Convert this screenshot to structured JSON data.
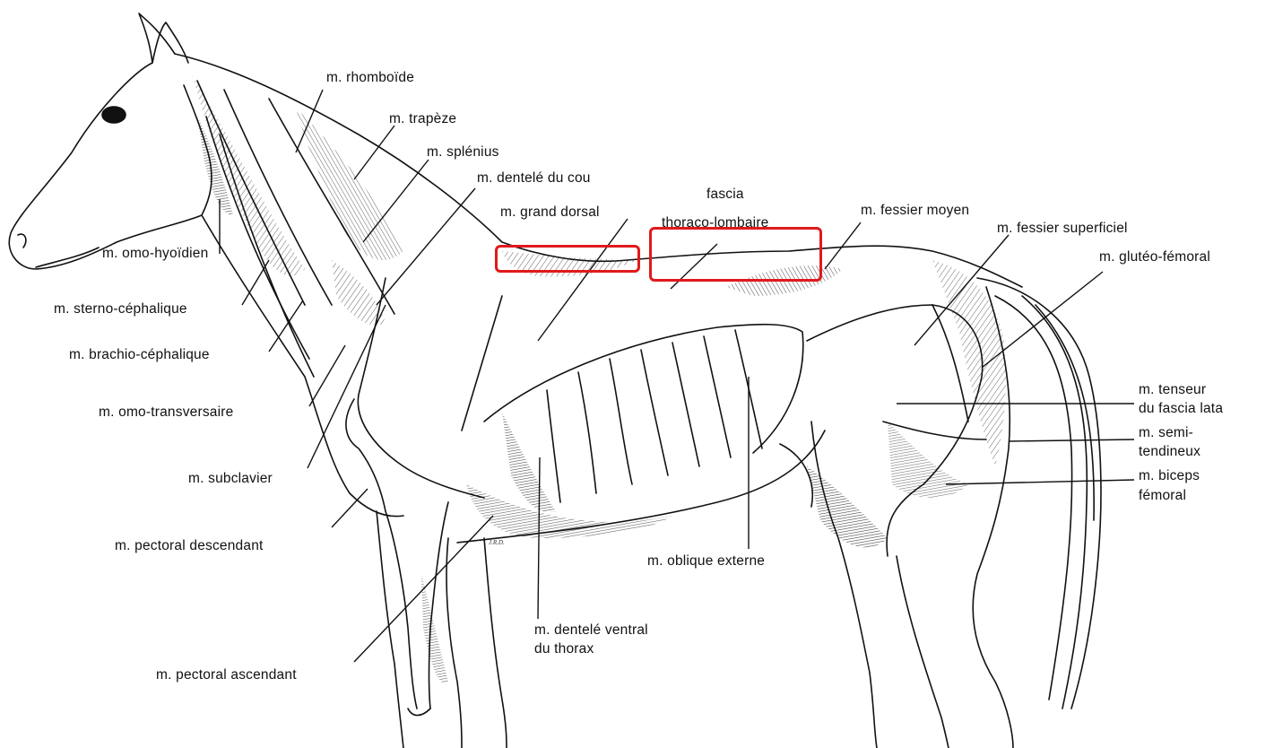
{
  "labels": {
    "rhomboide": "m. rhomboïde",
    "trapeze": "m. trapèze",
    "splenius": "m. splénius",
    "dentele_cou": "m. dentelé du cou",
    "fascia_line1": "fascia",
    "fascia_line2": "thoraco-lombaire",
    "grand_dorsal": "m. grand dorsal",
    "fessier_moyen": "m. fessier moyen",
    "fessier_superficiel": "m. fessier superficiel",
    "gluteo_femoral": "m. glutéo-fémoral",
    "omo_hyoidien": "m. omo-hyoïdien",
    "sterno_cephalique": "m. sterno-céphalique",
    "brachio_cephalique": "m. brachio-céphalique",
    "omo_transversaire": "m. omo-transversaire",
    "subclavier": "m. subclavier",
    "pectoral_descendant": "m. pectoral descendant",
    "pectoral_ascendant": "m. pectoral ascendant",
    "dentele_ventral_line1": "m. dentelé ventral",
    "dentele_ventral_line2": "du thorax",
    "oblique_externe": "m. oblique externe",
    "tenseur_line1": "m. tenseur",
    "tenseur_line2": "du fascia lata",
    "semi_line1": "m. semi-",
    "semi_line2": "tendineux",
    "biceps_line1": "m. biceps",
    "biceps_line2": "fémoral"
  },
  "signature": "J.R.D.",
  "colors": {
    "ink": "#111111",
    "highlight": "#e0191c",
    "background": "#ffffff"
  }
}
